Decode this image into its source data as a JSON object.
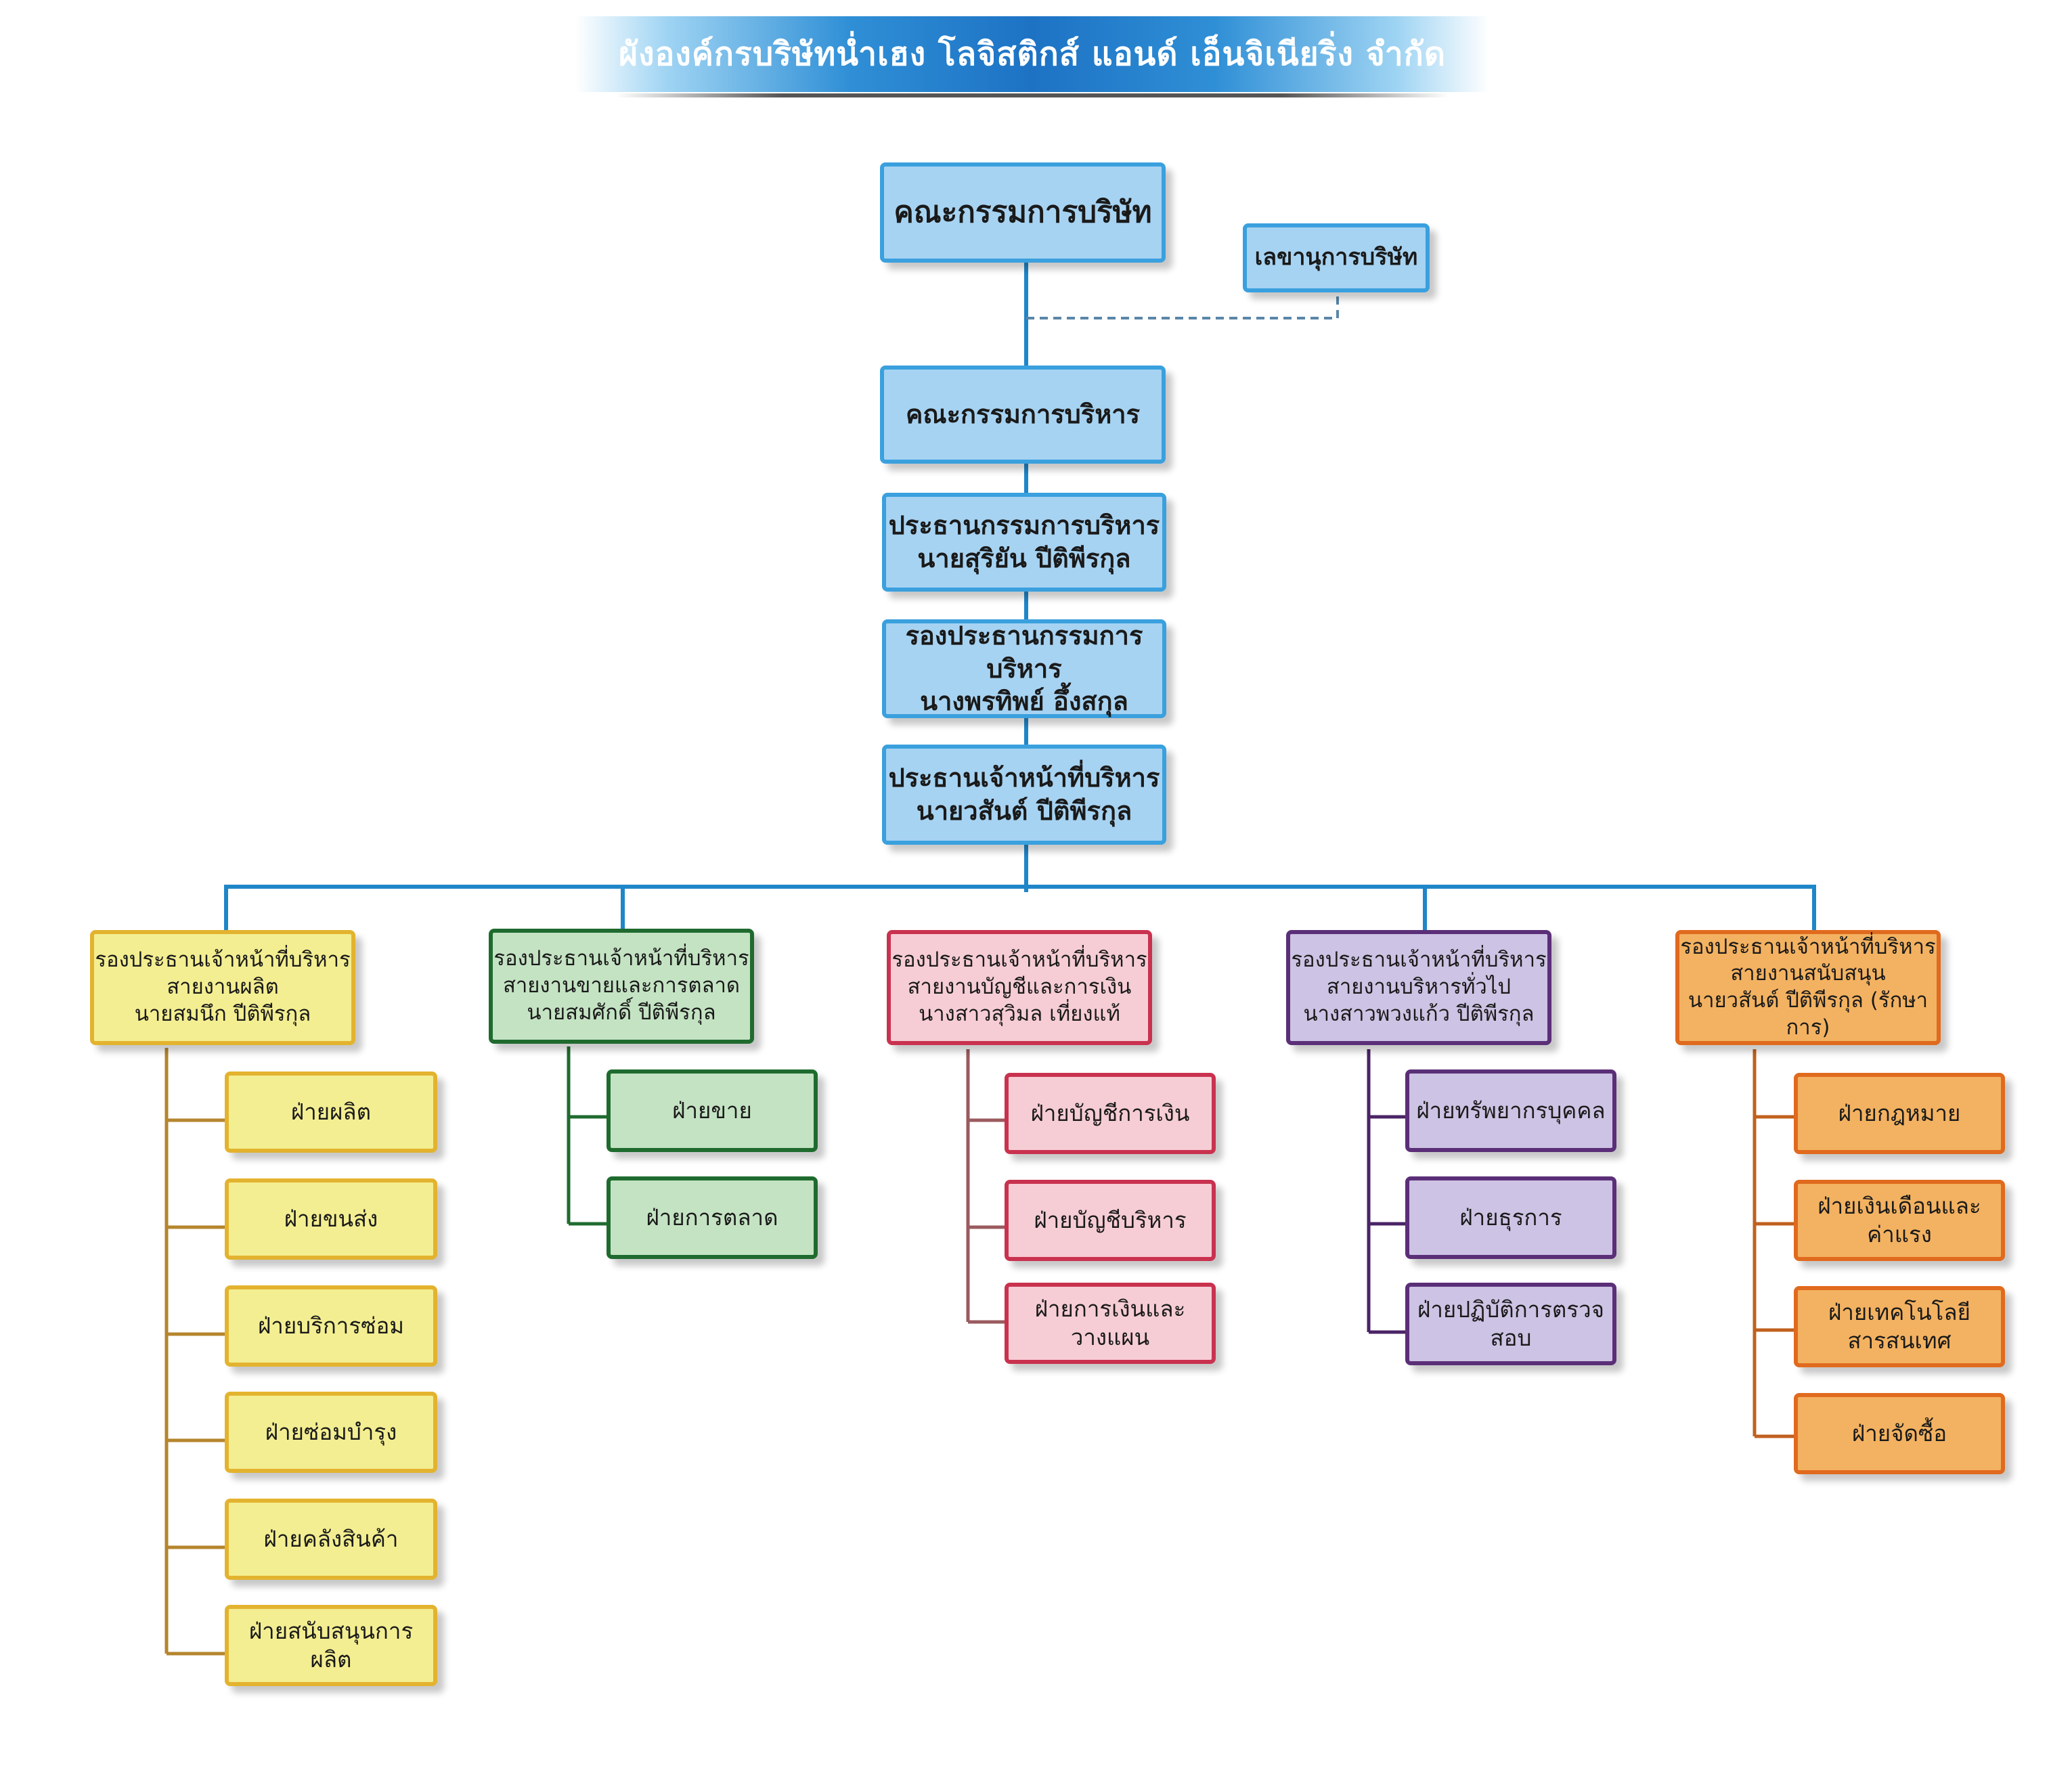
{
  "title": "ผังองค์กรบริษัทน่ำเฮง โลจิสติกส์ แอนด์ เอ็นจิเนียริ่ง จำกัด",
  "board": "คณะกรรมการบริษัท",
  "secretary": "เลขานุการบริษัท",
  "executive_committee": "คณะกรรมการบริหาร",
  "chairman": {
    "title": "ประธานกรรมการบริหาร",
    "name": "นายสุริยัน  ปีติพีรกุล"
  },
  "vice_chairman": {
    "title": "รองประธานกรรมการบริหาร",
    "name": "นางพรทิพย์  อึ้งสกุล"
  },
  "ceo": {
    "title": "ประธานเจ้าหน้าที่บริหาร",
    "name": "นายวสันต์  ปีติพีรกุล"
  },
  "branches": [
    {
      "line1": "รองประธานเจ้าหน้าที่บริหาร",
      "line2": "สายงานผลิต",
      "line3": "นายสมนึก ปีติพีรกุล",
      "color": "#e3b32f",
      "departments": [
        "ฝ่ายผลิต",
        "ฝ่ายขนส่ง",
        "ฝ่ายบริการซ่อม",
        "ฝ่ายซ่อมบำรุง",
        "ฝ่ายคลังสินค้า",
        "ฝ่ายสนับสนุนการผลิต"
      ]
    },
    {
      "line1": "รองประธานเจ้าหน้าที่บริหาร",
      "line2": "สายงานขายและการตลาด",
      "line3": "นายสมศักดิ์ ปีติพีรกุล",
      "color": "#1f6b2f",
      "departments": [
        "ฝ่ายขาย",
        "ฝ่ายการตลาด"
      ]
    },
    {
      "line1": "รองประธานเจ้าหน้าที่บริหาร",
      "line2": "สายงานบัญชีและการเงิน",
      "line3": "นางสาวสุวิมล เที่ยงแท้",
      "color": "#c9324f",
      "departments": [
        "ฝ่ายบัญชีการเงิน",
        "ฝ่ายบัญชีบริหาร",
        "ฝ่ายการเงินและวางแผน"
      ]
    },
    {
      "line1": "รองประธานเจ้าหน้าที่บริหาร",
      "line2": "สายงานบริหารทั่วไป",
      "line3": "นางสาวพวงแก้ว ปีติพีรกุล",
      "color": "#5b2f78",
      "departments": [
        "ฝ่ายทรัพยากรบุคคล",
        "ฝ่ายธุรการ",
        "ฝ่ายปฏิบัติการตรวจสอบ"
      ]
    },
    {
      "line1": "รองประธานเจ้าหน้าที่บริหาร",
      "line2": "สายงานสนับสนุน",
      "line3": "นายวสันต์ ปีติพีรกุล (รักษาการ)",
      "color": "#e06a1e",
      "departments": [
        "ฝ่ายกฎหมาย",
        "ฝ่ายเงินเดือนและค่าแรง",
        "ฝ่ายเทคโนโลยีสารสนเทศ",
        "ฝ่ายจัดซื้อ"
      ]
    }
  ]
}
